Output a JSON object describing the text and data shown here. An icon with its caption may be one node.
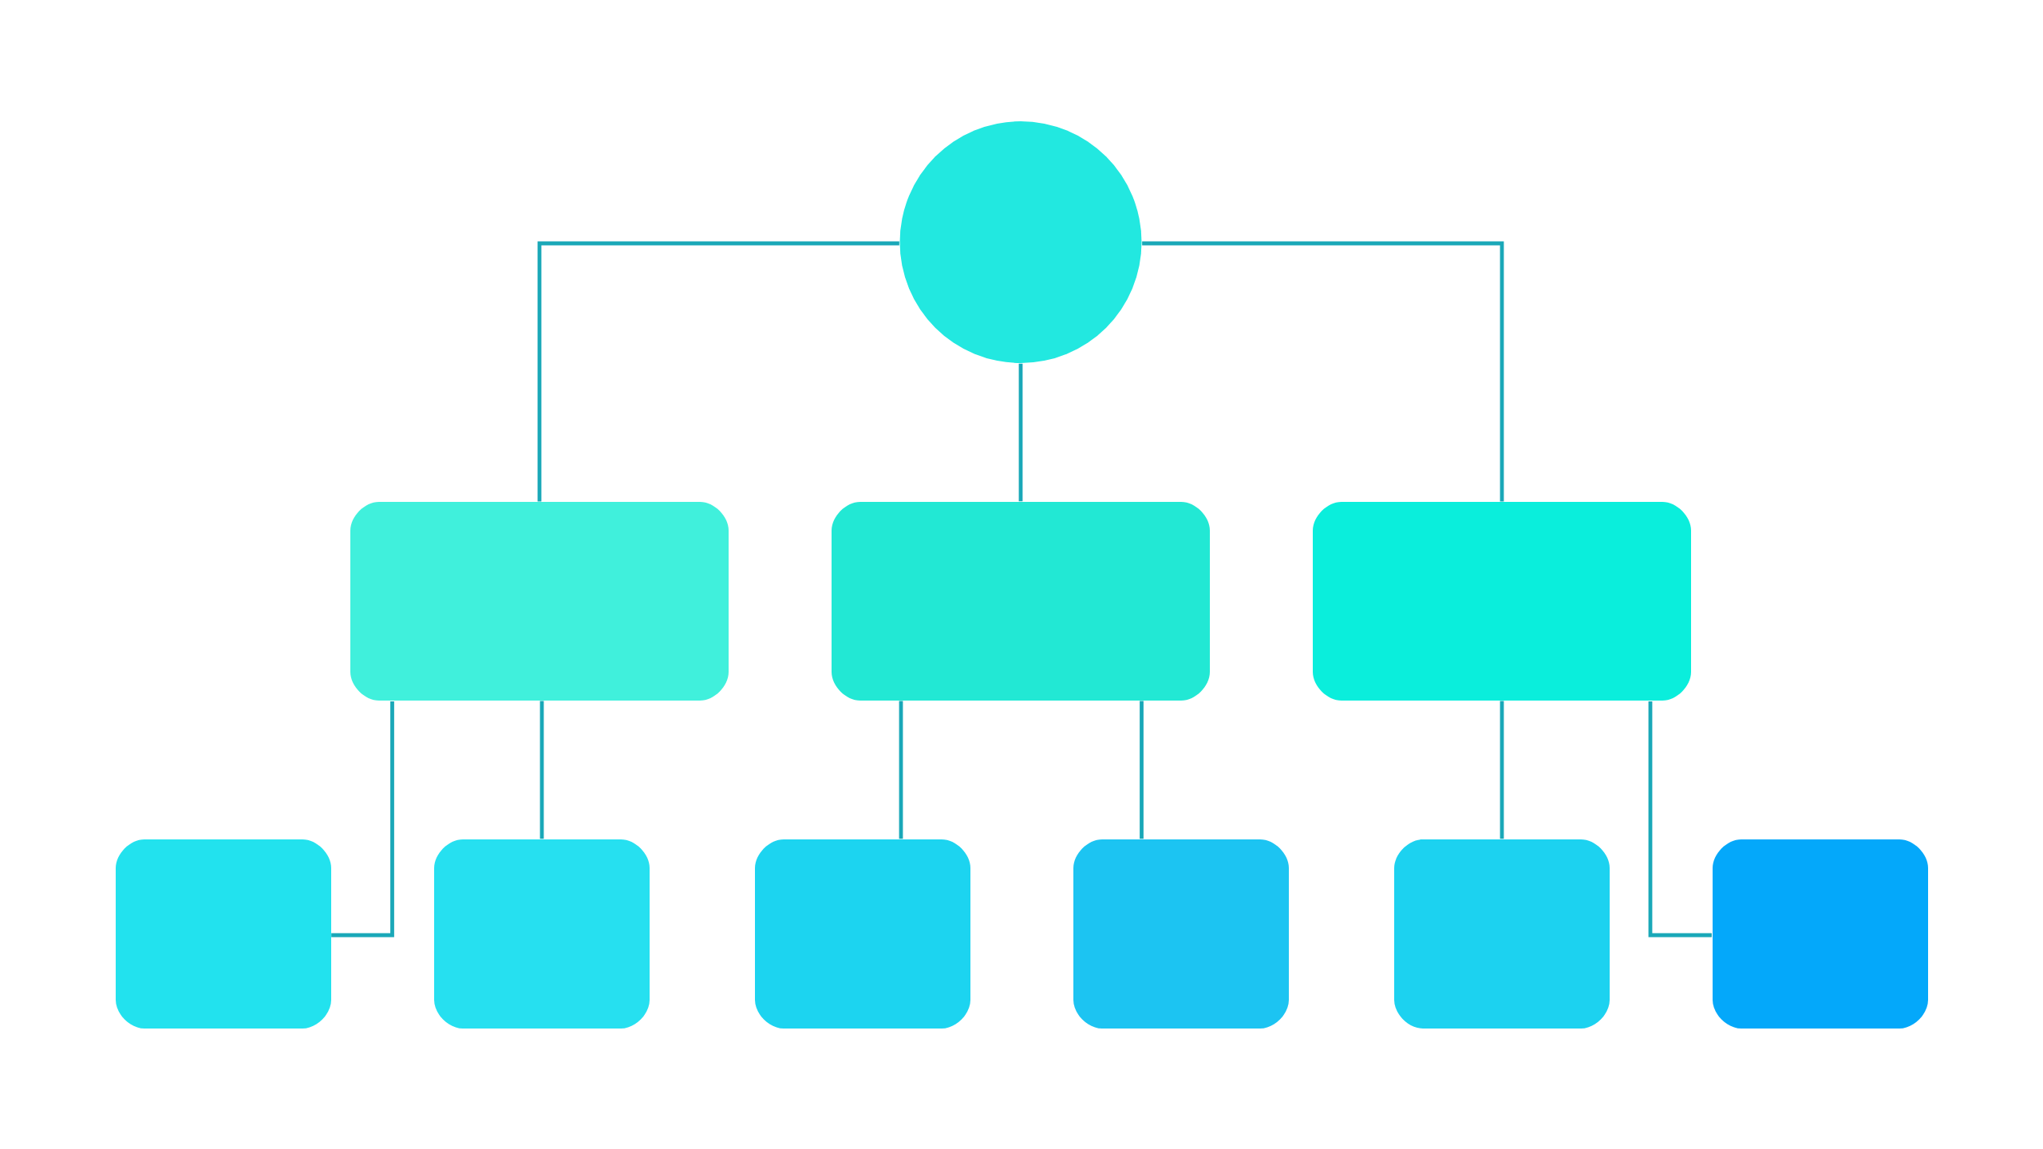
{
  "diagram": {
    "nodes": [
      {
        "text": [],
        "shape": "circle"
      },
      {
        "text": [],
        "shape": "box"
      },
      {
        "text": [],
        "shape": "box"
      },
      {
        "text": [],
        "shape": "box"
      },
      {
        "text": [],
        "shape": "box"
      },
      {
        "text": [],
        "shape": "box"
      },
      {
        "text": [],
        "shape": "box"
      },
      {
        "text": [],
        "shape": "box"
      },
      {
        "text": [],
        "shape": "box"
      },
      {
        "text": [],
        "shape": "box"
      }
    ],
    "edges": [
      {
        "from": 0,
        "to": 1,
        "arrow": "none"
      },
      {
        "from": 0,
        "to": 2,
        "arrow": "none"
      },
      {
        "from": 0,
        "to": 3,
        "arrow": "none"
      },
      {
        "from": 1,
        "to": 4,
        "arrow": "none"
      },
      {
        "from": 1,
        "to": 5,
        "arrow": "none"
      },
      {
        "from": 2,
        "to": 6,
        "arrow": "none"
      },
      {
        "from": 2,
        "to": 7,
        "arrow": "none"
      },
      {
        "from": 3,
        "to": 8,
        "arrow": "none"
      },
      {
        "from": 3,
        "to": 9,
        "arrow": "none"
      }
    ]
  }
}
